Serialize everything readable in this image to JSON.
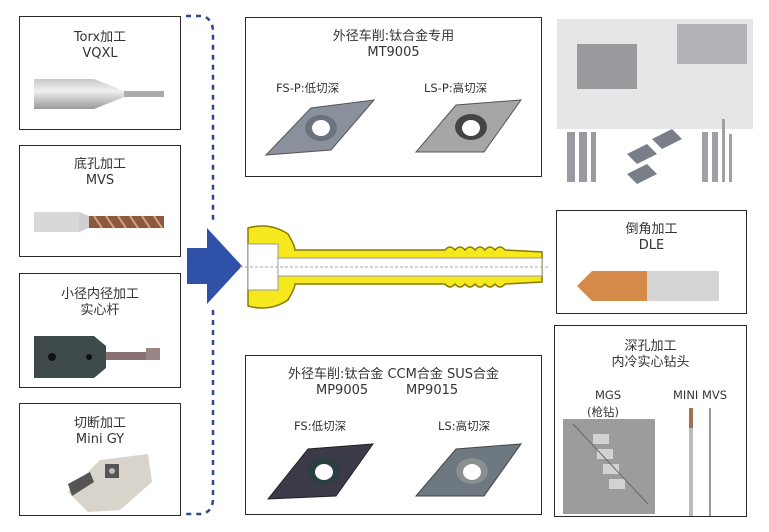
{
  "left_tools": [
    {
      "title": "Torx加工",
      "model": "VQXL",
      "image": "end-mill-icon"
    },
    {
      "title": "底孔加工",
      "model": "MVS",
      "image": "drill-icon"
    },
    {
      "title": "小径内径加工",
      "model": "实心杆",
      "image": "boring-bar-icon"
    },
    {
      "title": "切断加工",
      "model": "Mini GY",
      "image": "cutoff-tool-icon"
    }
  ],
  "top_center": {
    "title": "外径车削:钛合金专用",
    "model": "MT9005",
    "inserts": [
      {
        "label": "FS-P:低切深",
        "image": "insert-icon"
      },
      {
        "label": "LS-P:高切深",
        "image": "insert-icon"
      }
    ]
  },
  "bottom_center": {
    "title": "外径车削:钛合金  CCM合金  SUS合金",
    "models": [
      "MP9005",
      "MP9015"
    ],
    "inserts": [
      {
        "label": "FS:低切深",
        "image": "insert-icon"
      },
      {
        "label": "LS:高切深",
        "image": "insert-icon"
      }
    ]
  },
  "right_chamfer": {
    "title": "倒角加工",
    "model": "DLE",
    "image": "chamfer-drill-icon"
  },
  "right_deep": {
    "title": "深孔加工",
    "subtitle": "内冷实心钻头",
    "tools": [
      {
        "label": "MGS",
        "sublabel": "(枪钻)",
        "image": "gun-drill-icon"
      },
      {
        "label": "MINI MVS",
        "image": "mini-drill-icon"
      }
    ]
  },
  "colors": {
    "arrow": "#2f52a8",
    "part": "#f5e81c",
    "part_outline": "#8a7a00",
    "dashed": "#2f4a8a"
  }
}
